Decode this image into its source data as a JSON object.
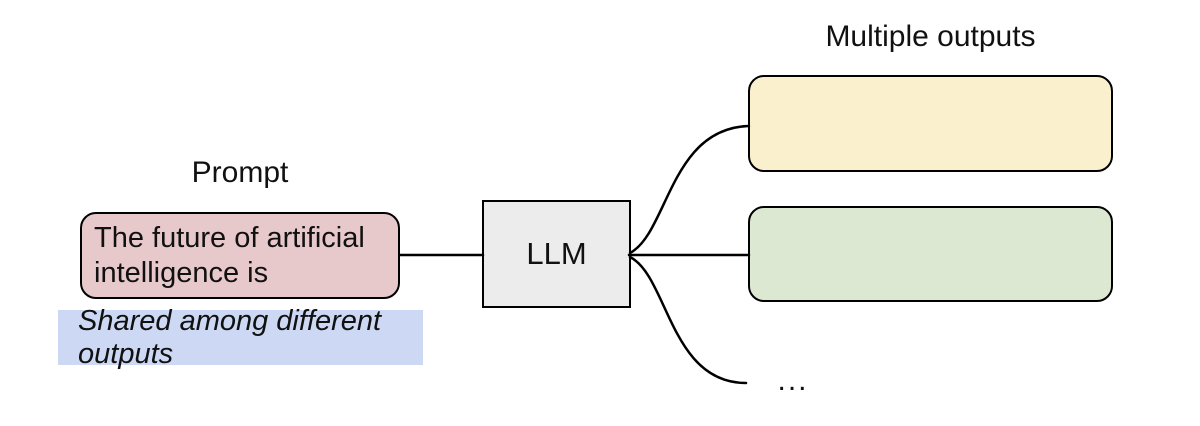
{
  "labels": {
    "prompt_title": "Prompt",
    "outputs_title": "Multiple outputs",
    "llm": "LLM",
    "shared_note": "Shared among different outputs",
    "ellipsis": "..."
  },
  "prompt_box": {
    "text": "The future of artificial intelligence is",
    "fill": "#e8c9cb"
  },
  "llm_box": {
    "fill": "#ececec"
  },
  "output_boxes": [
    {
      "id": "output-1",
      "fill": "#faf0cd",
      "text": ""
    },
    {
      "id": "output-2",
      "fill": "#dce8d2",
      "text": ""
    }
  ],
  "shared_note": {
    "highlight": "#ccd8f4"
  },
  "connector_color": "#000000"
}
